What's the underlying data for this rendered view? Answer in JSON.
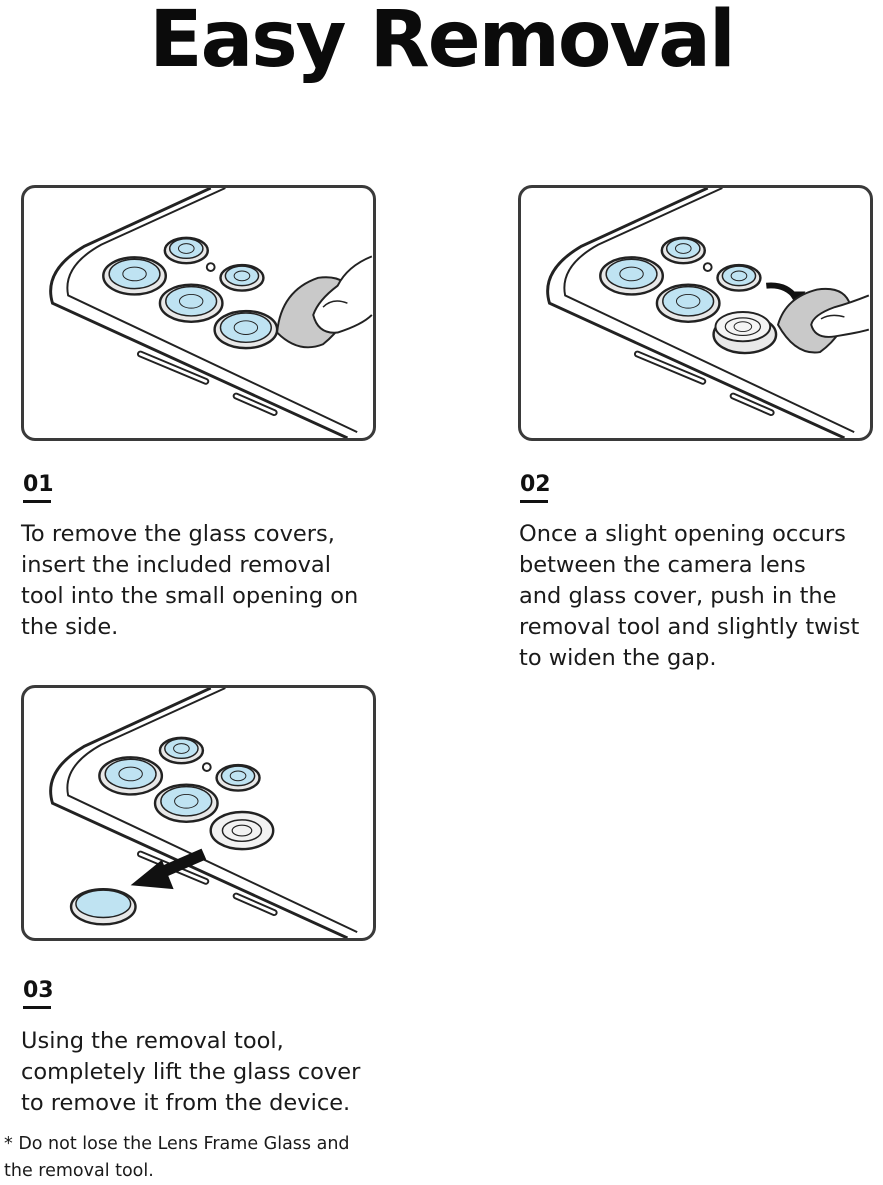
{
  "title": "Easy Removal",
  "steps": [
    {
      "number": "01",
      "text": "To remove the glass covers,\ninsert the included removal\ntool into the small opening on\nthe side.",
      "illustration": "removal-tool-insert-illustration"
    },
    {
      "number": "02",
      "text": "Once a slight opening occurs\nbetween the camera lens\nand glass cover, push in the\nremoval tool and slightly twist\nto widen the gap.",
      "illustration": "removal-tool-twist-illustration"
    },
    {
      "number": "03",
      "text": "Using the removal tool,\ncompletely lift the glass cover\nto remove it from the device.",
      "illustration": "glass-cover-lifted-illustration"
    }
  ],
  "note": "* Do not lose the Lens Frame Glass and\n  the removal tool.",
  "colors": {
    "lens_glass": "#bfe3f2",
    "outline": "#222222",
    "tool_gray": "#c9c9c9",
    "panel_border": "#3a3a3a"
  }
}
